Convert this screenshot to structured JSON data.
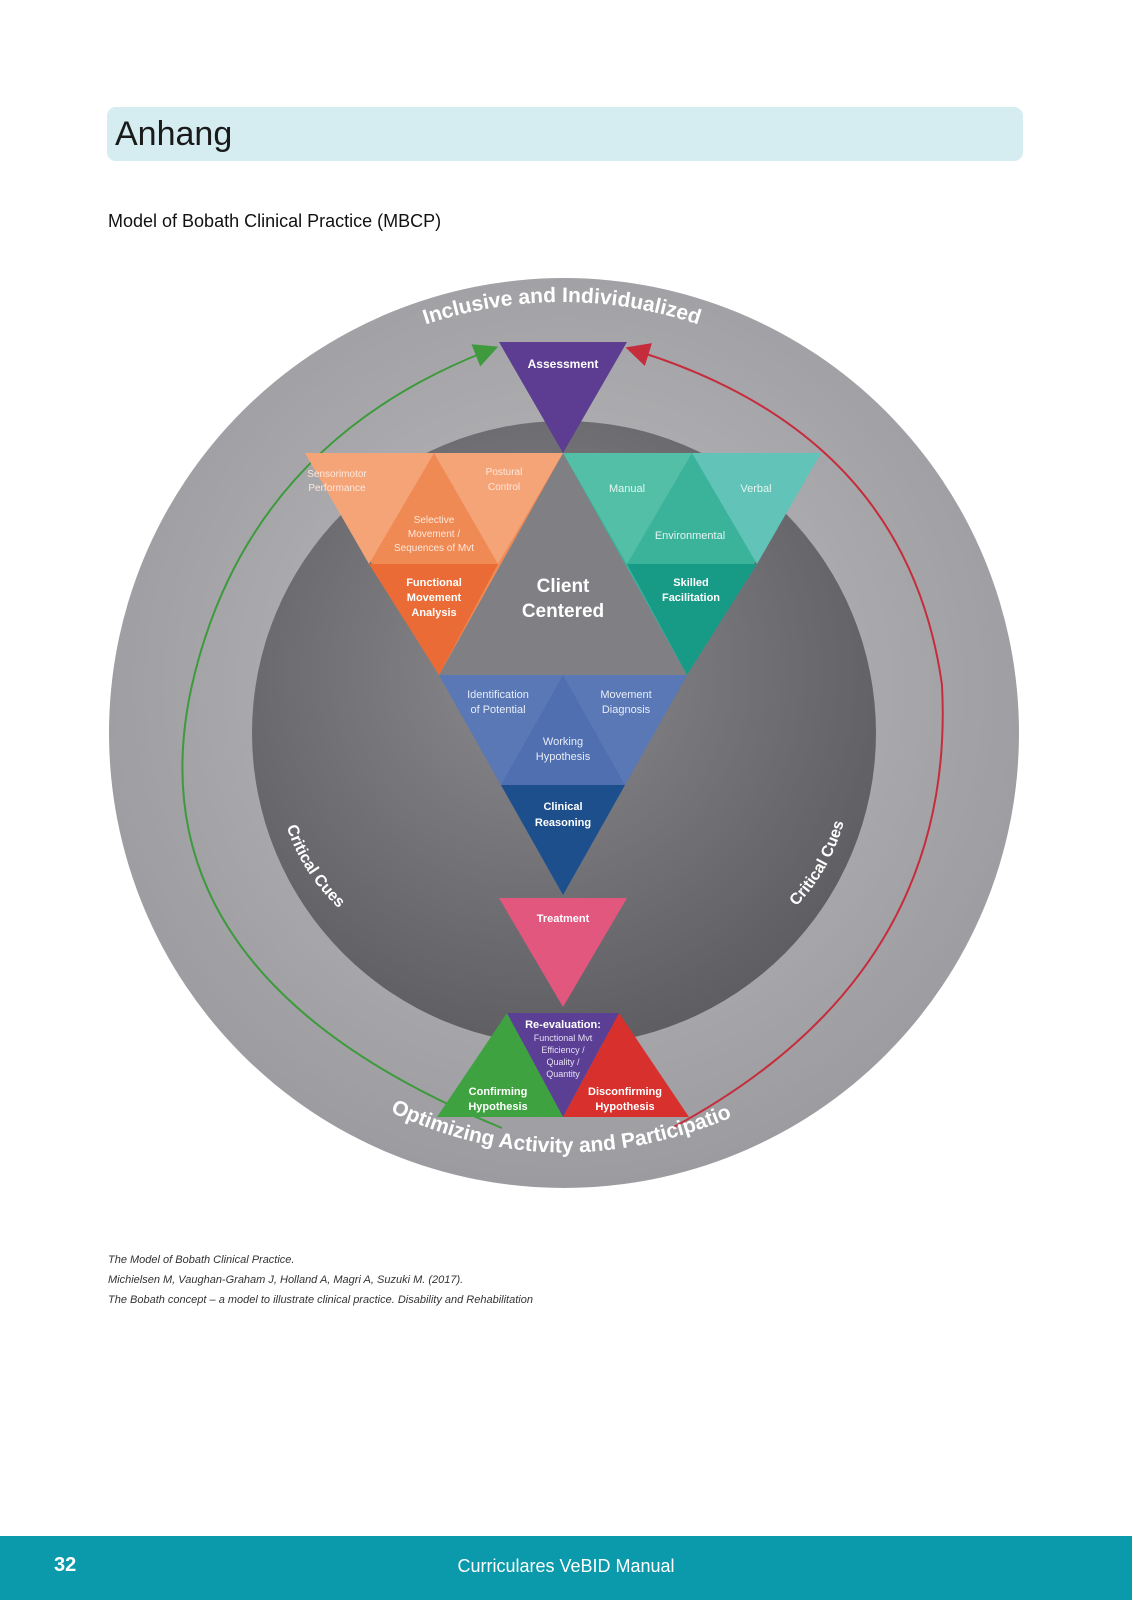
{
  "header": {
    "title": "Anhang",
    "subtitle": "Model of Bobath Clinical Practice (MBCP)"
  },
  "diagram": {
    "outer_ring_top": "Inclusive and Individualized",
    "outer_ring_bottom": "Optimizing Activity and Participation",
    "side_left": "Critical Cues",
    "side_right": "Critical Cues",
    "assessment": "Assessment",
    "center_line1": "Client",
    "center_line2": "Centered",
    "orange": {
      "sensorimotor_line1": "Sensorimotor",
      "sensorimotor_line2": "Performance",
      "postural_line1": "Postural",
      "postural_line2": "Control",
      "selective_line1": "Selective",
      "selective_line2": "Movement /",
      "selective_line3": "Sequences of Mvt",
      "fma_line1": "Functional",
      "fma_line2": "Movement",
      "fma_line3": "Analysis"
    },
    "teal": {
      "manual": "Manual",
      "verbal": "Verbal",
      "environmental": "Environmental",
      "skilled_line1": "Skilled",
      "skilled_line2": "Facilitation"
    },
    "blue": {
      "identification_line1": "Identification",
      "identification_line2": "of Potential",
      "movement_line1": "Movement",
      "movement_line2": "Diagnosis",
      "working_line1": "Working",
      "working_line2": "Hypothesis",
      "clinical_line1": "Clinical",
      "clinical_line2": "Reasoning"
    },
    "treatment": "Treatment",
    "reevaluation": {
      "title": "Re-evaluation:",
      "line1": "Functional Mvt",
      "line2": "Efficiency /",
      "line3": "Quality /",
      "line4": "Quantity"
    },
    "confirming_line1": "Confirming",
    "confirming_line2": "Hypothesis",
    "disconfirming_line1": "Disconfirming",
    "disconfirming_line2": "Hypothesis",
    "colors": {
      "outer_ring": "#a8a8ab",
      "inner_disc": "#78787c",
      "assessment": "#5c3d91",
      "orange": "#f08a55",
      "teal": "#3bb39a",
      "blue": "#4f6fb0",
      "clinical": "#1d4f8c",
      "treatment": "#e1577e",
      "reevaluation": "#5a3f95",
      "confirming": "#3fa240",
      "disconfirming": "#d8302d",
      "arrow_left": "#3e9a3c",
      "arrow_right": "#c62d3c"
    }
  },
  "caption": {
    "line1": "The Model of Bobath Clinical Practice.",
    "line2": "Michielsen M, Vaughan-Graham J, Holland A, Magri A, Suzuki M. (2017).",
    "line3": "The Bobath concept – a model to illustrate clinical practice. Disability and Rehabilitation"
  },
  "footer": {
    "page_number": "32",
    "title": "Curriculares VeBID Manual"
  }
}
